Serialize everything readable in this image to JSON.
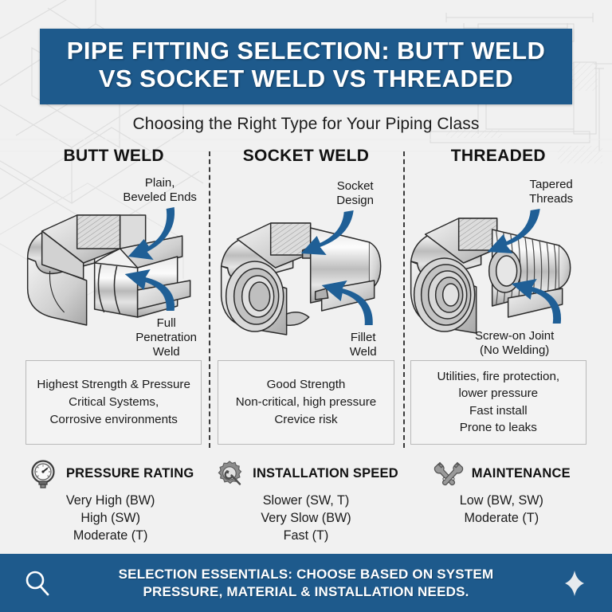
{
  "theme": {
    "accent_blue": "#1e5a8c",
    "arrow_blue": "#1f5f96",
    "background": "#f1f1f1",
    "text_dark": "#111111",
    "box_border": "#b9b9b9"
  },
  "header": {
    "title_line1": "PIPE FITTING SELECTION: BUTT WELD",
    "title_line2": "VS SOCKET WELD VS THREADED",
    "subtitle": "Choosing the Right Type for Your Piping Class"
  },
  "columns": [
    {
      "id": "butt-weld",
      "title": "BUTT WELD",
      "callout_top": "Plain,\nBeveled Ends",
      "callout_top_line1": "Plain,",
      "callout_top_line2": "Beveled Ends",
      "callout_bottom_line1": "Full",
      "callout_bottom_line2": "Penetration",
      "callout_bottom_line3": "Weld",
      "description": [
        "Highest Strength & Pressure",
        "Critical Systems,",
        "Corrosive environments"
      ]
    },
    {
      "id": "socket-weld",
      "title": "SOCKET WELD",
      "callout_top_line1": "Socket",
      "callout_top_line2": "Design",
      "callout_bottom_line1": "Fillet",
      "callout_bottom_line2": "Weld",
      "callout_bottom_line3": "",
      "description": [
        "Good Strength",
        "Non-critical, high pressure",
        "Crevice risk"
      ]
    },
    {
      "id": "threaded",
      "title": "THREADED",
      "callout_top_line1": "Tapered",
      "callout_top_line2": "Threads",
      "callout_bottom_line1": "Screw-on Joint",
      "callout_bottom_line2": "(No Welding)",
      "callout_bottom_line3": "",
      "description": [
        "Utilities, fire protection,",
        "lower pressure",
        "Fast install",
        "Prone to leaks"
      ]
    }
  ],
  "stats": [
    {
      "icon": "pressure-gauge-icon",
      "label": "PRESSURE RATING",
      "values": [
        "Very High (BW)",
        "High (SW)",
        "Moderate (T)"
      ]
    },
    {
      "icon": "gear-wrench-icon",
      "label": "INSTALLATION SPEED",
      "values": [
        "Slower (SW, T)",
        "Very Slow (BW)",
        "Fast (T)"
      ]
    },
    {
      "icon": "crossed-wrenches-icon",
      "label": "MAINTENANCE",
      "values": [
        "Low (BW, SW)",
        "Moderate (T)"
      ]
    }
  ],
  "footer": {
    "left_icon": "search-icon",
    "right_icon": "sparkle-icon",
    "line1": "SELECTION ESSENTIALS: CHOOSE BASED ON SYSTEM",
    "line2": "PRESSURE, MATERIAL & INSTALLATION NEEDS."
  }
}
